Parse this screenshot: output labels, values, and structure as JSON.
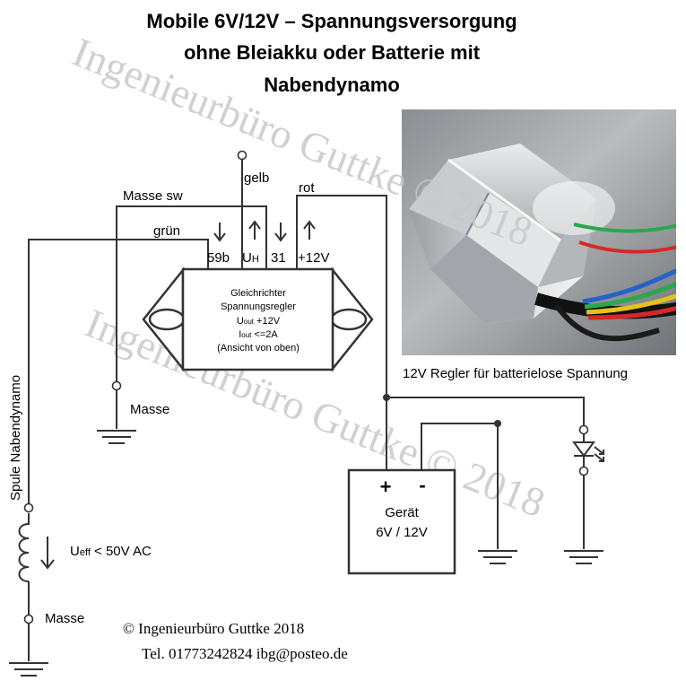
{
  "title": {
    "line1": "Mobile 6V/12V – Spannungsversorgung",
    "line2": "ohne Bleiakku oder Batterie mit",
    "line3": "Nabendynamo"
  },
  "watermark": {
    "text1": "Ingenieurbüro Guttke © 2018",
    "text2": "Ingenieurbüro Guttke © 2018"
  },
  "wires": {
    "gelb": "gelb",
    "masse_sw": "Masse sw",
    "rot": "rot",
    "gruen": "grün"
  },
  "pins": {
    "p59b": "59b",
    "uh_main": "U",
    "uh_sub": "H",
    "p31": "31",
    "p12v": "+12V"
  },
  "regulator": {
    "line1": "Gleichrichter",
    "line2": "Spannungsregler",
    "line3_sub": "out",
    "line3_main": "U",
    "line3_val": " +12V",
    "line4_main": "I",
    "line4_sub": "out",
    "line4_val": " <=2A",
    "line5": "(Ansicht von oben)"
  },
  "labels": {
    "masse_left": "Masse",
    "masse_bottom": "Masse",
    "spule": "Spule Nabendynamo",
    "ueff_main": "U",
    "ueff_sub": "eff",
    "ueff_val": " < 50V AC"
  },
  "device": {
    "plus": "+",
    "minus": "-",
    "name": "Gerät",
    "voltage": "6V / 12V"
  },
  "photo": {
    "caption": "12V Regler für batterielose Spannung"
  },
  "footer": {
    "copyright": "© Ingenieurbüro Guttke 2018",
    "contact": "Tel. 01773242824  ibg@posteo.de"
  },
  "colors": {
    "wire": "#333333",
    "watermark": "#c8c8c8",
    "cable_red": "#d62828",
    "cable_green": "#2aa84a",
    "cable_yellow": "#e7c21a",
    "cable_blue": "#2563c9",
    "cable_black": "#111111"
  }
}
